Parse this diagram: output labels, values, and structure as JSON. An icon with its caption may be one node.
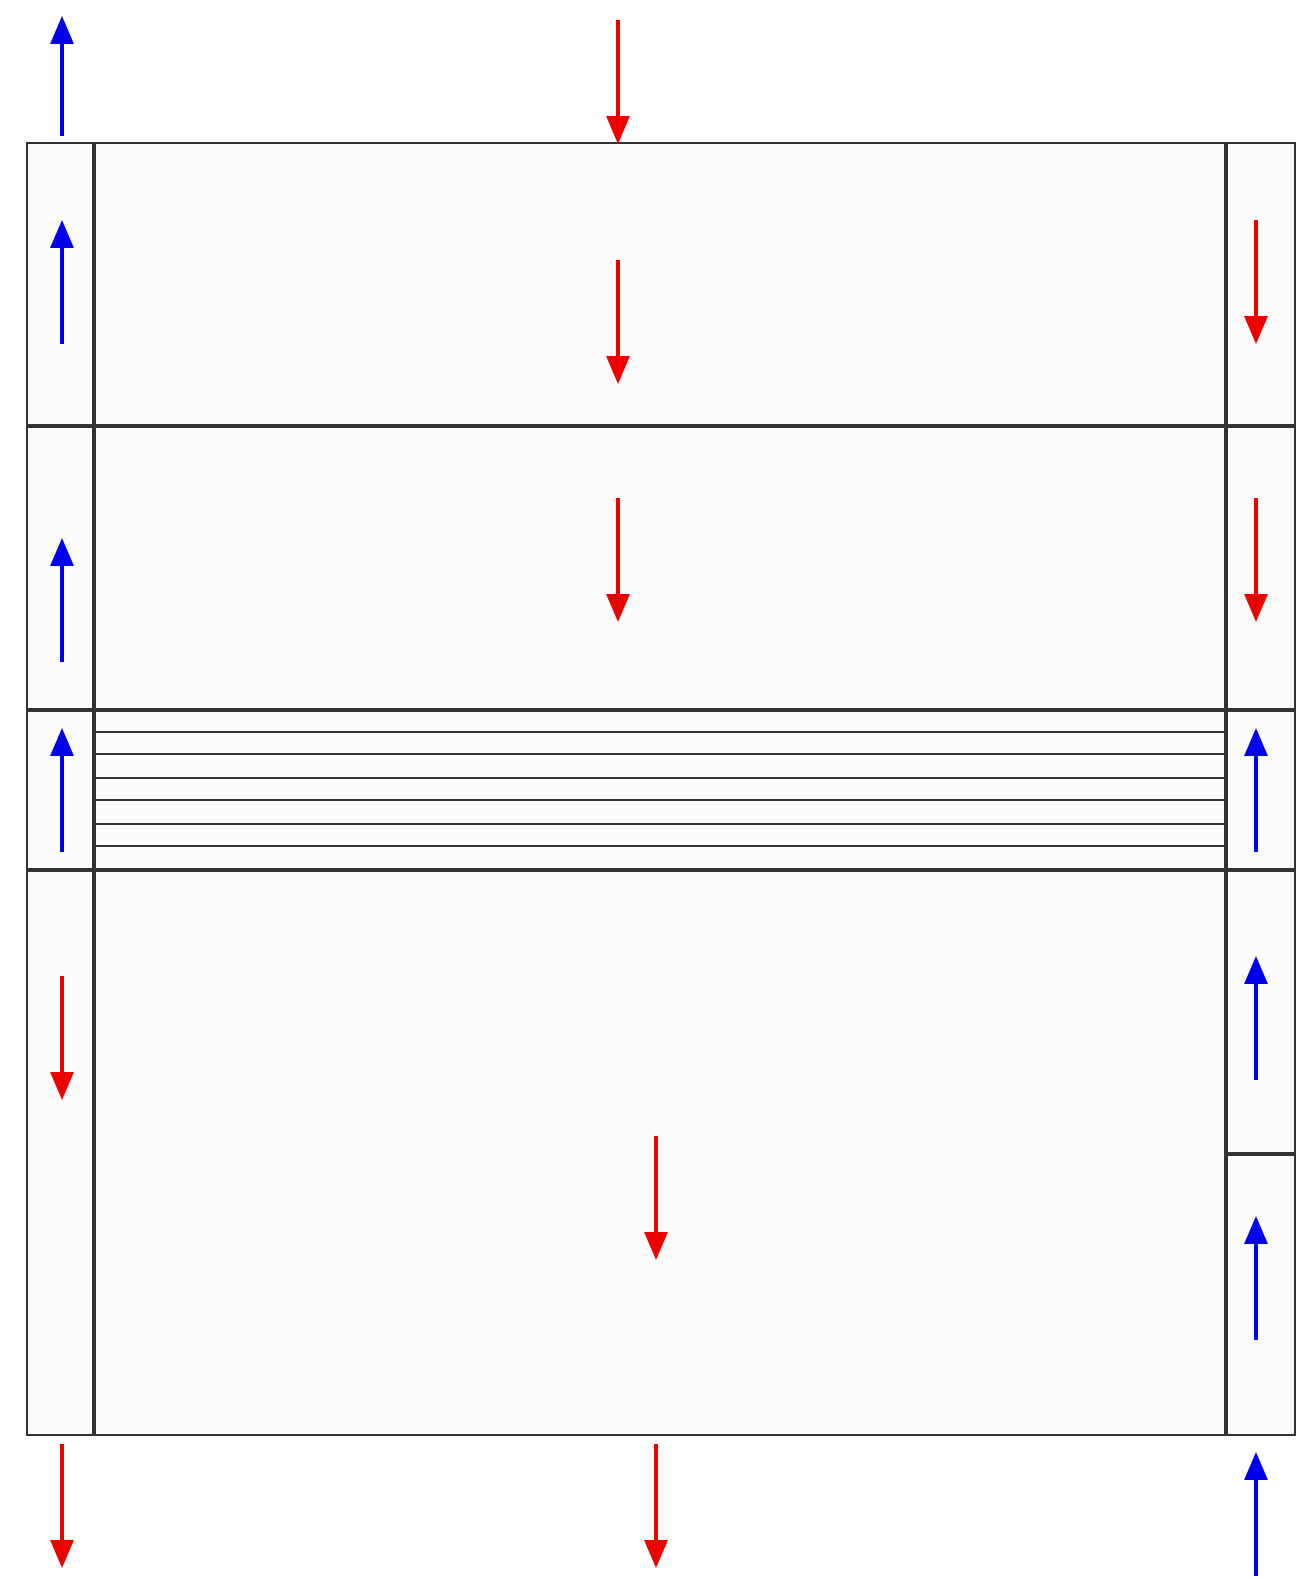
{
  "diagram": {
    "nodes": [
      {
        "text": [],
        "shape": "box"
      },
      {
        "text": [],
        "shape": "box",
        "in": 0
      },
      {
        "text": [],
        "shape": "box",
        "in": 0
      },
      {
        "text": [],
        "shape": "box",
        "in": 0
      },
      {
        "text": [],
        "shape": "box",
        "in": 0
      },
      {
        "text": [],
        "shape": "box",
        "in": 0
      },
      {
        "text": [],
        "shape": "box",
        "in": 0
      },
      {
        "text": [],
        "shape": "box",
        "in": 0
      },
      {
        "text": [],
        "shape": "box",
        "in": 0
      },
      {
        "text": [],
        "shape": "box",
        "in": 0
      },
      {
        "text": [],
        "shape": "box",
        "in": 0
      },
      {
        "text": [],
        "shape": "box",
        "in": 0
      },
      {
        "text": [],
        "shape": "box",
        "in": 0
      },
      {
        "text": [],
        "shape": "box",
        "in": 0
      }
    ]
  }
}
